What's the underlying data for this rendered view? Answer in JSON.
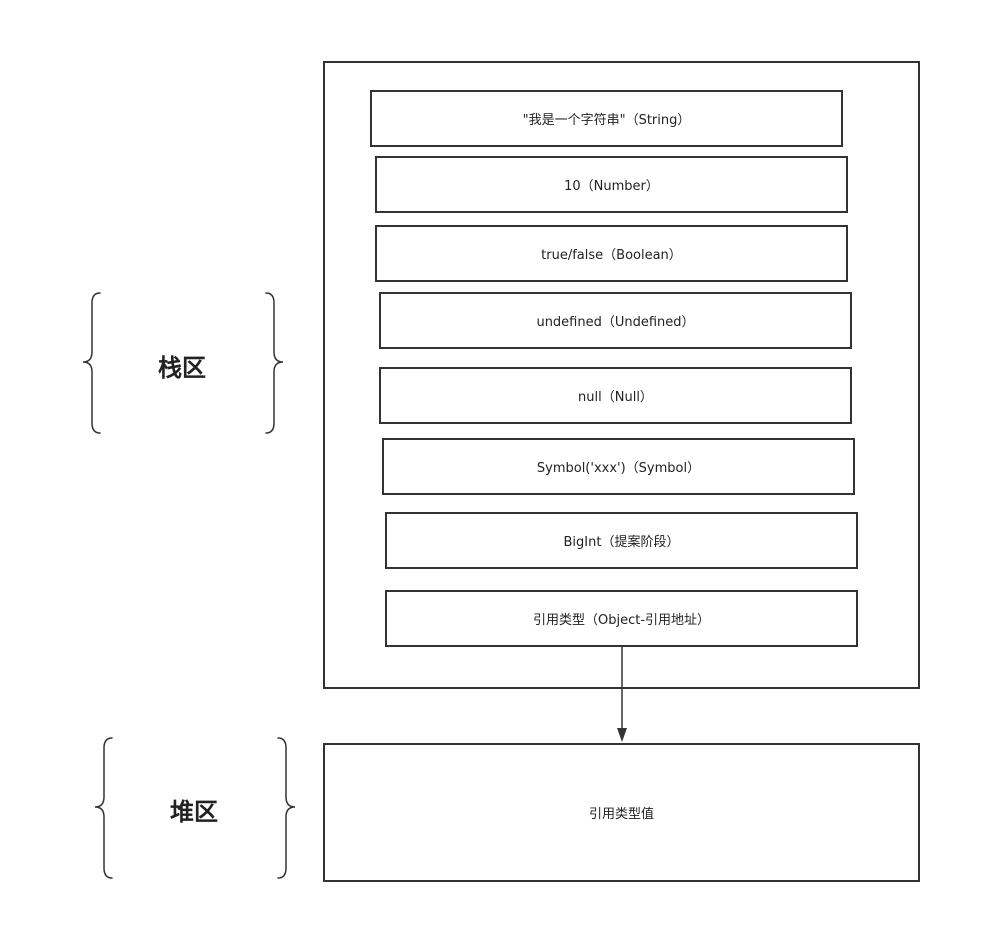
{
  "stack": {
    "label": "栈区",
    "slots": [
      "\"我是一个字符串\"（String）",
      "10（Number）",
      "true/false（Boolean）",
      "undefined（Undefined）",
      "null（Null）",
      "Symbol('xxx')（Symbol）",
      "BigInt（提案阶段）",
      "引用类型（Object-引用地址）"
    ]
  },
  "heap": {
    "label": "堆区",
    "value": "引用类型值"
  },
  "colors": {
    "stroke": "#333333",
    "text": "#222222",
    "background": "#ffffff"
  }
}
